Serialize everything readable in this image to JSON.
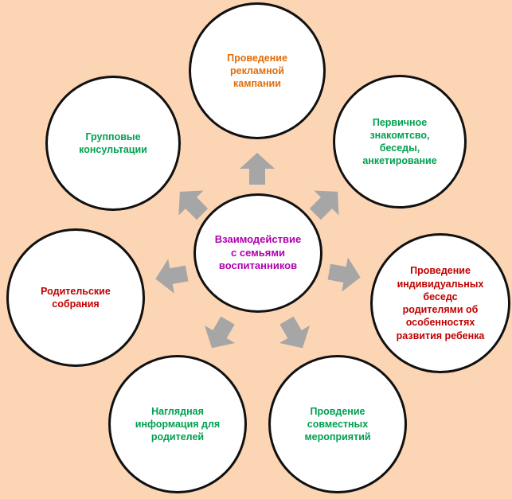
{
  "center": {
    "label": "Взаимодействие\nс семьями\nвоспитанников",
    "color": "#b000b0"
  },
  "nodes": [
    {
      "id": "advertising",
      "label": "Проведение\nрекламной\nкампании",
      "color": "#e36c09"
    },
    {
      "id": "first-meeting",
      "label": "Первичное\nзнакомтсво,\nбеседы,\nанкетирование",
      "color": "#00a050"
    },
    {
      "id": "individual-talks",
      "label": "Проведение\nиндивидуальных\nбеседс\nродителями об\nособенностях\nразвития ребенка",
      "color": "#c00000"
    },
    {
      "id": "joint-events",
      "label": "Провдение\nсовместных\nмероприятий",
      "color": "#00a050"
    },
    {
      "id": "visual-info",
      "label": "Наглядная\nинформация для\nродителей",
      "color": "#00a050"
    },
    {
      "id": "parent-meetings",
      "label": "Родительские\nсобрания",
      "color": "#c00000"
    },
    {
      "id": "group-consultations",
      "label": "Групповые\nконсультации",
      "color": "#00a050"
    }
  ],
  "arrow_color": "#a6a6a6"
}
